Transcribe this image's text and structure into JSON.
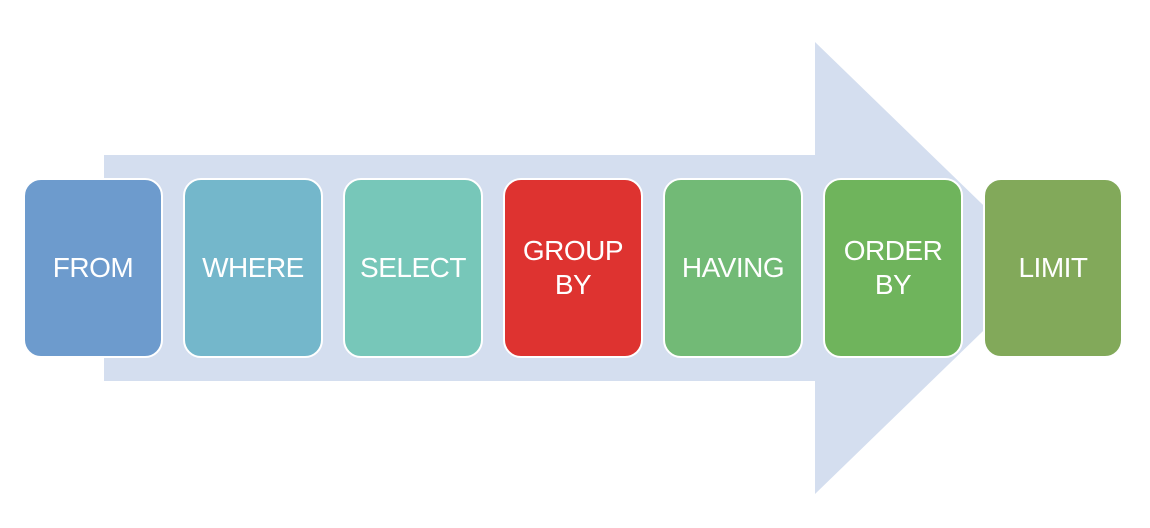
{
  "diagram": {
    "arrow_color": "#d4deef",
    "steps": [
      {
        "label": "FROM",
        "color": "#6d9bcd"
      },
      {
        "label": "WHERE",
        "color": "#74b7cb"
      },
      {
        "label": "SELECT",
        "color": "#77c7b9"
      },
      {
        "label": "GROUP\nBY",
        "color": "#de3330"
      },
      {
        "label": "HAVING",
        "color": "#72ba76"
      },
      {
        "label": "ORDER\nBY",
        "color": "#6fb45c"
      },
      {
        "label": "LIMIT",
        "color": "#82a95a"
      }
    ]
  }
}
